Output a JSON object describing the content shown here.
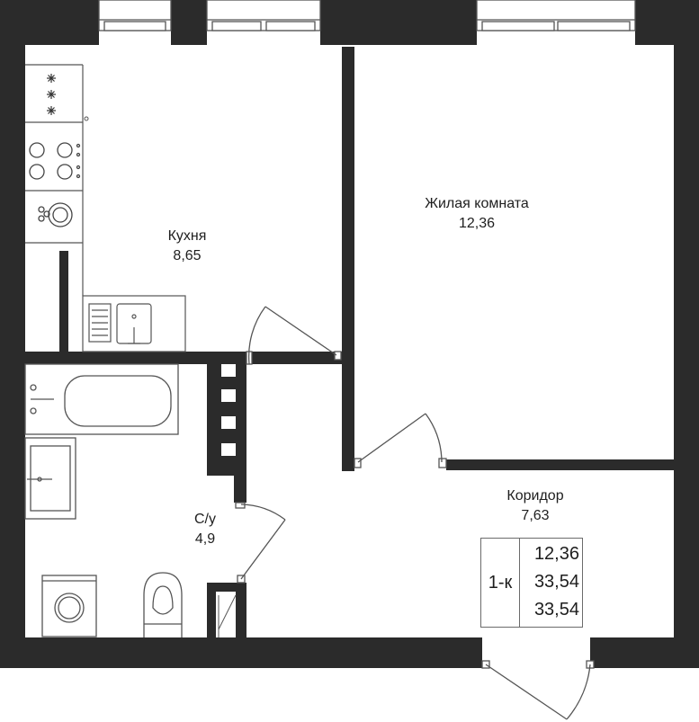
{
  "rooms": {
    "kitchen": {
      "name": "Кухня",
      "area": "8,65"
    },
    "living": {
      "name": "Жилая комната",
      "area": "12,36"
    },
    "bathroom": {
      "name": "С/у",
      "area": "4,9"
    },
    "corridor": {
      "name": "Коридор",
      "area": "7,63"
    }
  },
  "summary": {
    "type": "1-к",
    "living_area": "12,36",
    "total_area": "33,54",
    "total_area_2": "33,54"
  },
  "colors": {
    "wall": "#2b2b2b",
    "line": "#555555",
    "text": "#1e1e1e"
  }
}
